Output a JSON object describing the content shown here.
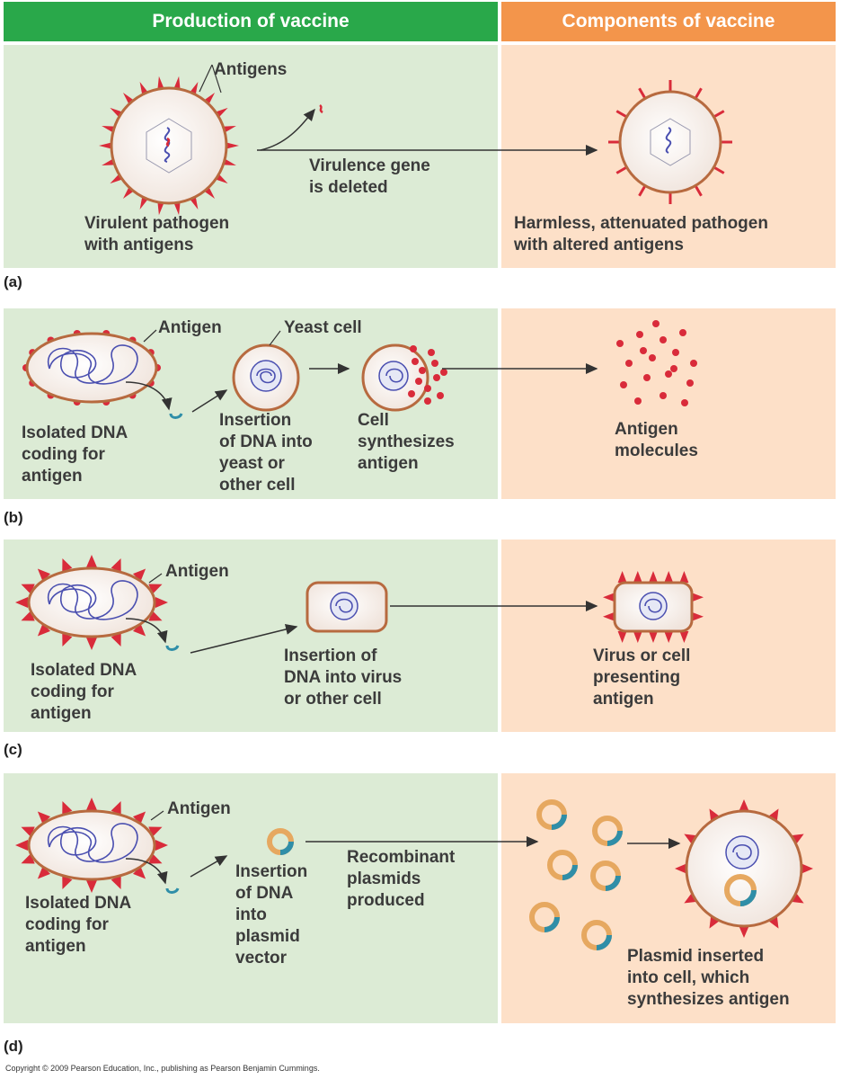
{
  "headers": {
    "production": "Production of vaccine",
    "components": "Components of vaccine"
  },
  "panel_a": {
    "tag": "(a)",
    "antigens_label": "Antigens",
    "virulence_label": [
      "Virulence gene",
      "is deleted"
    ],
    "pathogen_label": [
      "Virulent pathogen",
      "with antigens"
    ],
    "result_label": [
      "Harmless, attenuated pathogen",
      "with altered antigens"
    ]
  },
  "panel_b": {
    "tag": "(b)",
    "antigen_label": "Antigen",
    "yeast_label": "Yeast cell",
    "isolated_label": [
      "Isolated DNA",
      "coding for",
      "antigen"
    ],
    "insertion_label": [
      "Insertion",
      "of DNA into",
      "yeast or",
      "other cell"
    ],
    "synth_label": [
      "Cell",
      "synthesizes",
      "antigen"
    ],
    "result_label": [
      "Antigen",
      "molecules"
    ]
  },
  "panel_c": {
    "tag": "(c)",
    "antigen_label": "Antigen",
    "isolated_label": [
      "Isolated DNA",
      "coding for",
      "antigen"
    ],
    "insertion_label": [
      "Insertion of",
      "DNA into virus",
      "or other cell"
    ],
    "result_label": [
      "Virus or cell",
      "presenting",
      "antigen"
    ]
  },
  "panel_d": {
    "tag": "(d)",
    "antigen_label": "Antigen",
    "isolated_label": [
      "Isolated DNA",
      "coding for",
      "antigen"
    ],
    "insertion_label": [
      "Insertion",
      "of DNA",
      "into",
      "plasmid",
      "vector"
    ],
    "recombinant_label": [
      "Recombinant",
      "plasmids",
      "produced"
    ],
    "result_label": [
      "Plasmid inserted",
      "into cell, which",
      "synthesizes antigen"
    ]
  },
  "copyright": "Copyright © 2009 Pearson Education, Inc., publishing as Pearson Benjamin Cummings.",
  "colors": {
    "header_green": "#29a84a",
    "header_orange": "#f3954b",
    "panel_green": "#dcebd5",
    "panel_peach": "#fde0c8",
    "antigen_red": "#d92b3a",
    "cell_outline": "#b76a3f",
    "dna_blue": "#4a4fb0",
    "plasmid_teal": "#2f8ea8",
    "plasmid_tan": "#e6a860"
  }
}
